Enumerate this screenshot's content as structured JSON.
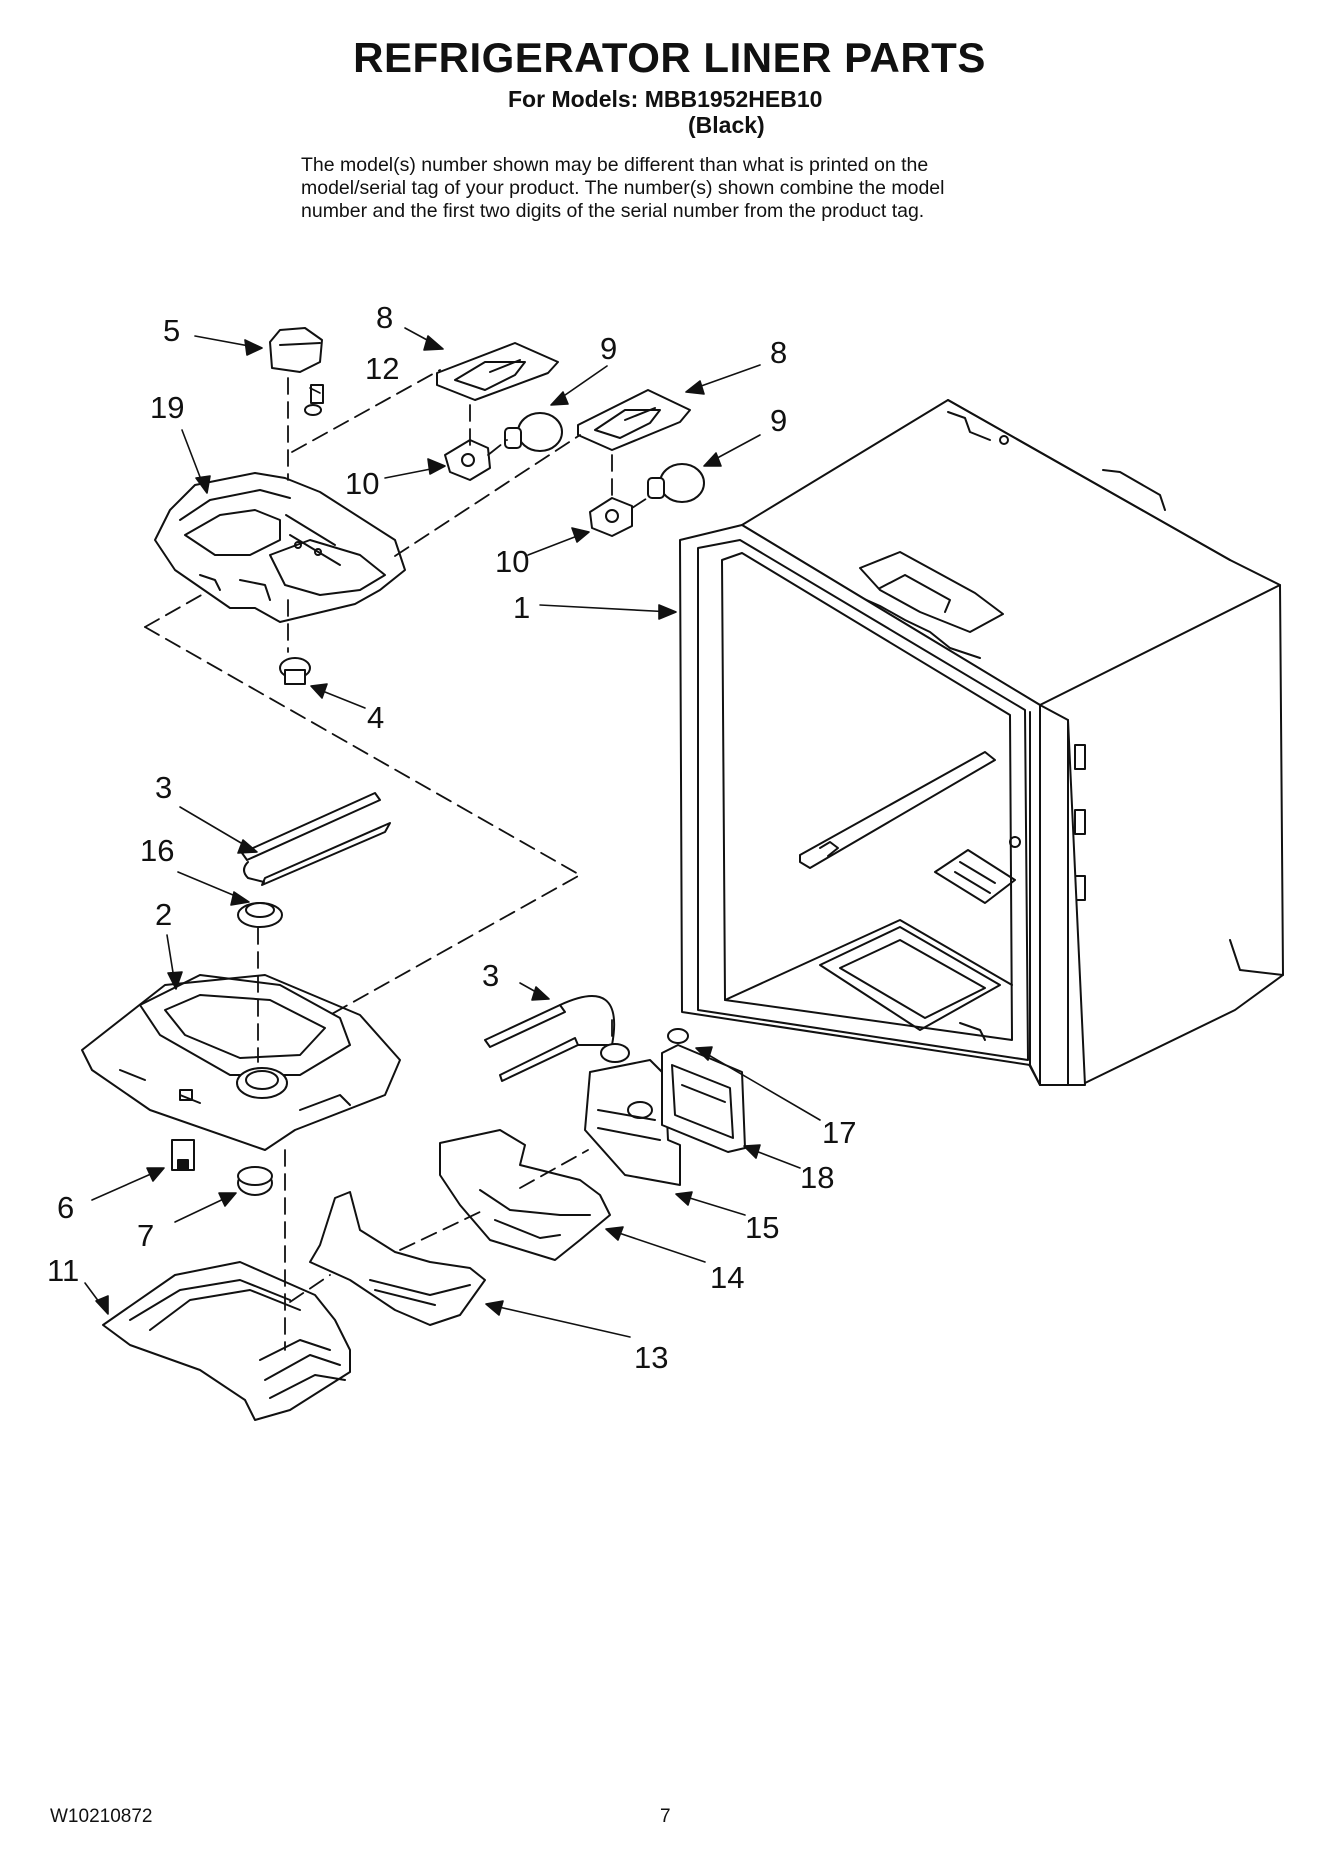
{
  "header": {
    "title": "REFRIGERATOR LINER PARTS",
    "models_label": "For Models: MBB1952HEB10",
    "variant": "(Black)"
  },
  "note_lines": [
    "The model(s) number shown may be different than what is printed on the",
    "model/serial tag of your product. The number(s) shown combine the model",
    "number and the first two digits of the serial number from the product tag."
  ],
  "callouts": {
    "c1": "1",
    "c2": "2",
    "c3a": "3",
    "c3b": "3",
    "c4": "4",
    "c5": "5",
    "c6": "6",
    "c7": "7",
    "c8a": "8",
    "c8b": "8",
    "c9a": "9",
    "c9b": "9",
    "c10a": "10",
    "c10b": "10",
    "c11": "11",
    "c12": "12",
    "c13": "13",
    "c14": "14",
    "c15": "15",
    "c16": "16",
    "c17": "17",
    "c18": "18",
    "c19": "19"
  },
  "footer": {
    "doc_number": "W10210872",
    "page": "7"
  }
}
